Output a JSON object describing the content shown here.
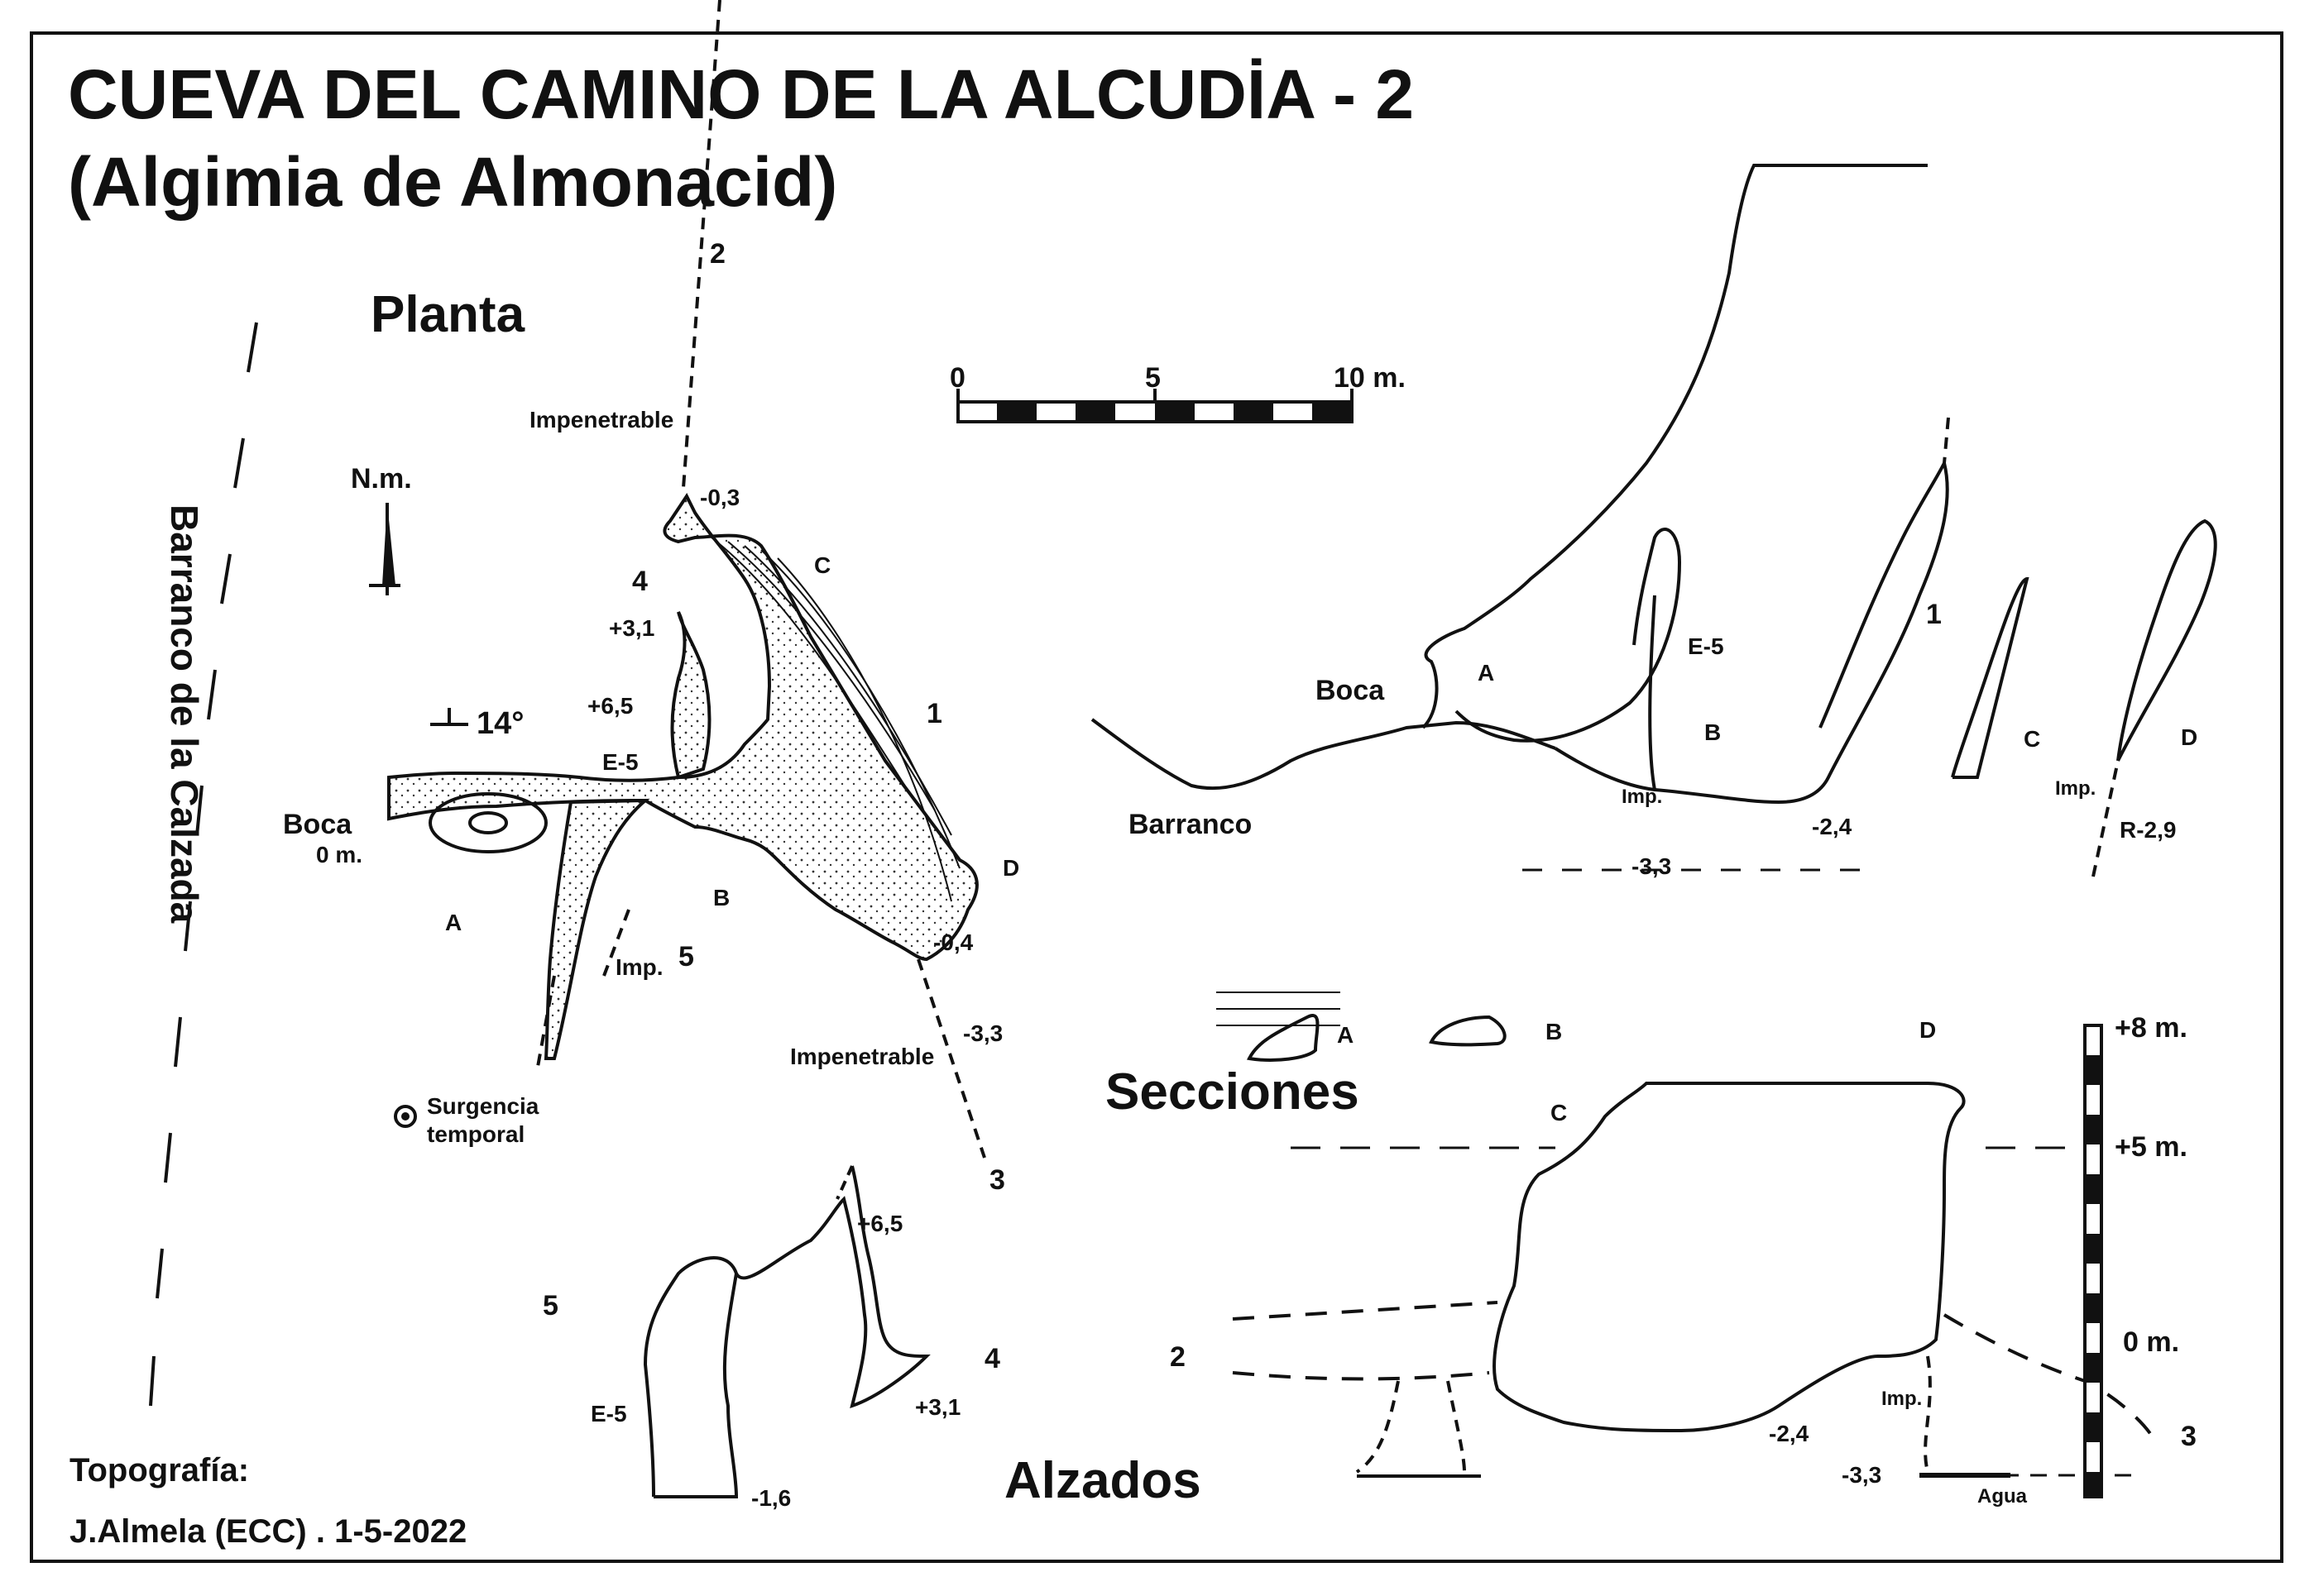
{
  "title": {
    "line1": "CUEVA DEL CAMINO DE LA ALCUDİA - 2",
    "line2": "(Algimia de Almonacid)"
  },
  "headings": {
    "plan": "Planta",
    "sections": "Secciones",
    "elevations": "Alzados"
  },
  "scale": {
    "zero": "0",
    "five": "5",
    "ten": "10 m."
  },
  "vertical_scale": {
    "top": "+8 m.",
    "mid": "+5 m.",
    "zero": "0 m."
  },
  "north": "N.m.",
  "dip": "14°",
  "barranco_calzada": "Barranco de la Calzada",
  "plan_labels": {
    "boca": "Boca",
    "zero": "0 m.",
    "impenetrable_top": "Impenetrable",
    "impenetrable_bottom": "Impenetrable",
    "imp": "Imp.",
    "e5": "E-5",
    "depth_top": "-0,3",
    "depth_bottom": "-0,4",
    "depth_exit": "-3,3",
    "h31": "+3,1",
    "h65": "+6,5",
    "n2": "2",
    "n3": "3",
    "n4": "4",
    "n5": "5",
    "n1": "1",
    "A": "A",
    "B": "B",
    "C": "C",
    "D": "D"
  },
  "legend": {
    "spring_line1": "Surgencia",
    "spring_line2": "temporal"
  },
  "profile_labels": {
    "boca": "Boca",
    "barranco": "Barranco",
    "A": "A",
    "B": "B",
    "C": "C",
    "D": "D",
    "e5": "E-5",
    "n1": "1",
    "imp1": "Imp.",
    "imp2": "Imp.",
    "d33": "-3,3",
    "d24": "-2,4",
    "r29": "R-2,9"
  },
  "section_labels": {
    "A": "A",
    "B": "B"
  },
  "alzado_labels": {
    "n5": "5",
    "n4": "4",
    "e5": "E-5",
    "h65": "+6,5",
    "h31": "+3,1",
    "d16": "-1,6",
    "n2": "2",
    "n3": "3",
    "C": "C",
    "D": "D",
    "imp": "Imp.",
    "d24": "-2,4",
    "d33": "-3,3",
    "agua": "Agua"
  },
  "credits": {
    "line1": "Topografía:",
    "line2": "J.Almela (ECC) . 1-5-2022"
  }
}
